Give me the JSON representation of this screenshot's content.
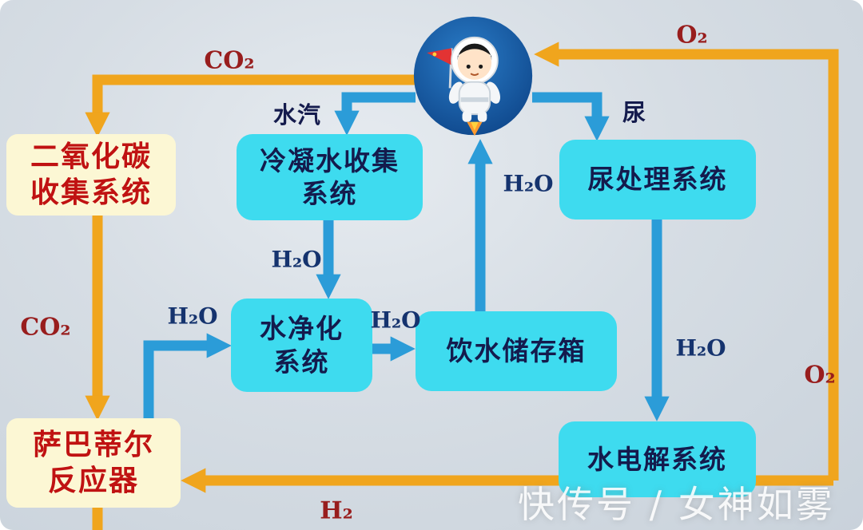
{
  "page": {
    "watermark": "快传号 / 女神如雾"
  },
  "nodes": {
    "co2_collection": "二氧化碳\n收集系统",
    "condensate_collection": "冷凝水收集\n系统",
    "urine_treatment": "尿处理系统",
    "water_purification": "水净化\n系统",
    "drinking_water_tank": "饮水储存箱",
    "water_electrolysis": "水电解系统",
    "sabatier_reactor": "萨巴蒂尔\n反应器"
  },
  "flows": {
    "co2_exhaled": "CO₂",
    "o2_supply": "O₂",
    "water_vapor": "水汽",
    "urine": "尿",
    "condensate_h2o": "H₂O",
    "drinking_h2o": "H₂O",
    "sabatier_h2o": "H₂O",
    "purified_h2o": "H₂O",
    "urine_h2o": "H₂O",
    "co2_to_sabatier": "CO₂",
    "o2_from_electrolysis": "O₂",
    "h2_to_sabatier": "H₂"
  },
  "colors": {
    "background": "#D6DDE4",
    "box_cyan": "#3EDBEF",
    "box_cream": "#FCF7D4",
    "arrow_orange": "#F0A51D",
    "arrow_blue": "#2B9CD8",
    "text_navy": "#141B4D",
    "text_red": "#C01212",
    "gas_label_maroon": "#981D1D",
    "water_label_navy": "#15336E"
  }
}
